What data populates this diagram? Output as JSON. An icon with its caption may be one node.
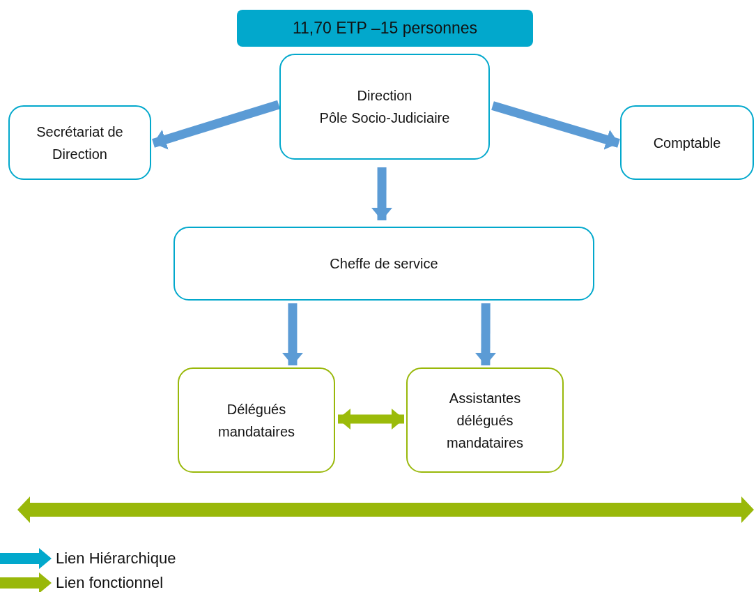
{
  "diagram": {
    "nodes": [
      {
        "text": [
          "11,70 ETP –15 personnes"
        ]
      },
      {
        "text": [
          "Direction",
          "Pôle Socio-Judiciaire"
        ]
      },
      {
        "text": [
          "Secrétariat de Direction"
        ]
      },
      {
        "text": [
          "Comptable"
        ]
      },
      {
        "text": [
          "Cheffe de service"
        ]
      },
      {
        "text": [
          "Délégués mandataires"
        ]
      },
      {
        "text": [
          "Assistantes délégués mandataires"
        ]
      }
    ],
    "edges": [
      {
        "from": 1,
        "to": 2,
        "arrow": "to"
      },
      {
        "from": 1,
        "to": 3,
        "arrow": "to"
      },
      {
        "from": 1,
        "to": 4,
        "arrow": "to"
      },
      {
        "from": 4,
        "to": 5,
        "arrow": "to"
      },
      {
        "from": 4,
        "to": 6,
        "arrow": "to"
      },
      {
        "from": 5,
        "to": 6,
        "arrow": "both",
        "color": "#9bbb0a"
      }
    ],
    "legend": [
      {
        "text": "Lien Hiérarchique"
      },
      {
        "text": "Lien fonctionnel"
      }
    ]
  }
}
